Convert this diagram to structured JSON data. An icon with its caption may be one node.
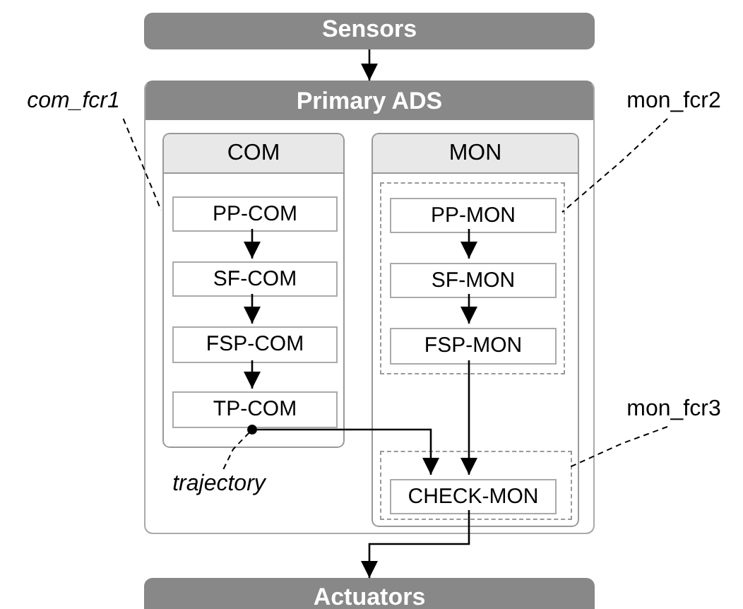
{
  "diagram": {
    "nodes": [
      {
        "text": [
          "Sensors"
        ]
      },
      {
        "text": [
          "Primary ADS"
        ]
      },
      {
        "text": [
          "COM"
        ],
        "in": 1
      },
      {
        "text": [
          "PP-COM"
        ],
        "in": 2
      },
      {
        "text": [
          "SF-COM"
        ],
        "in": 2
      },
      {
        "text": [
          "FSP-COM"
        ],
        "in": 2
      },
      {
        "text": [
          "TP-COM"
        ],
        "in": 2
      },
      {
        "text": [
          "MON"
        ],
        "in": 1
      },
      {
        "text": [],
        "shape": "box",
        "in": 7
      },
      {
        "text": [
          "PP-MON"
        ],
        "in": 8
      },
      {
        "text": [
          "SF-MON"
        ],
        "in": 8
      },
      {
        "text": [
          "FSP-MON"
        ],
        "in": 8
      },
      {
        "text": [],
        "shape": "box",
        "in": 7
      },
      {
        "text": [
          "CHECK-MON"
        ],
        "in": 12
      },
      {
        "text": [
          "Actuators"
        ]
      },
      {
        "text": [
          "com_fcr1"
        ]
      },
      {
        "text": [
          "mon_fcr2"
        ]
      },
      {
        "text": [
          "mon_fcr3"
        ]
      },
      {
        "text": [
          "trajectory"
        ],
        "in": 1
      }
    ],
    "edges": [
      {
        "from": 0,
        "to": 1,
        "arrow": "to"
      },
      {
        "from": 3,
        "to": 4,
        "arrow": "to"
      },
      {
        "from": 4,
        "to": 5,
        "arrow": "to"
      },
      {
        "from": 5,
        "to": 6,
        "arrow": "to"
      },
      {
        "from": 9,
        "to": 10,
        "arrow": "to"
      },
      {
        "from": 10,
        "to": 11,
        "arrow": "to"
      },
      {
        "from": 11,
        "to": 13,
        "arrow": "to"
      },
      {
        "from": 6,
        "to": 13,
        "arrow": "to"
      },
      {
        "from": 13,
        "to": 14,
        "arrow": "to"
      },
      {
        "from": 15,
        "to": 2,
        "arrow": "none",
        "style": "dashed"
      },
      {
        "from": 16,
        "to": 8,
        "arrow": "none",
        "style": "dashed"
      },
      {
        "from": 17,
        "to": 12,
        "arrow": "none",
        "style": "dashed"
      },
      {
        "from": 18,
        "to": 6,
        "arrow": "other",
        "style": "dashed"
      }
    ]
  }
}
